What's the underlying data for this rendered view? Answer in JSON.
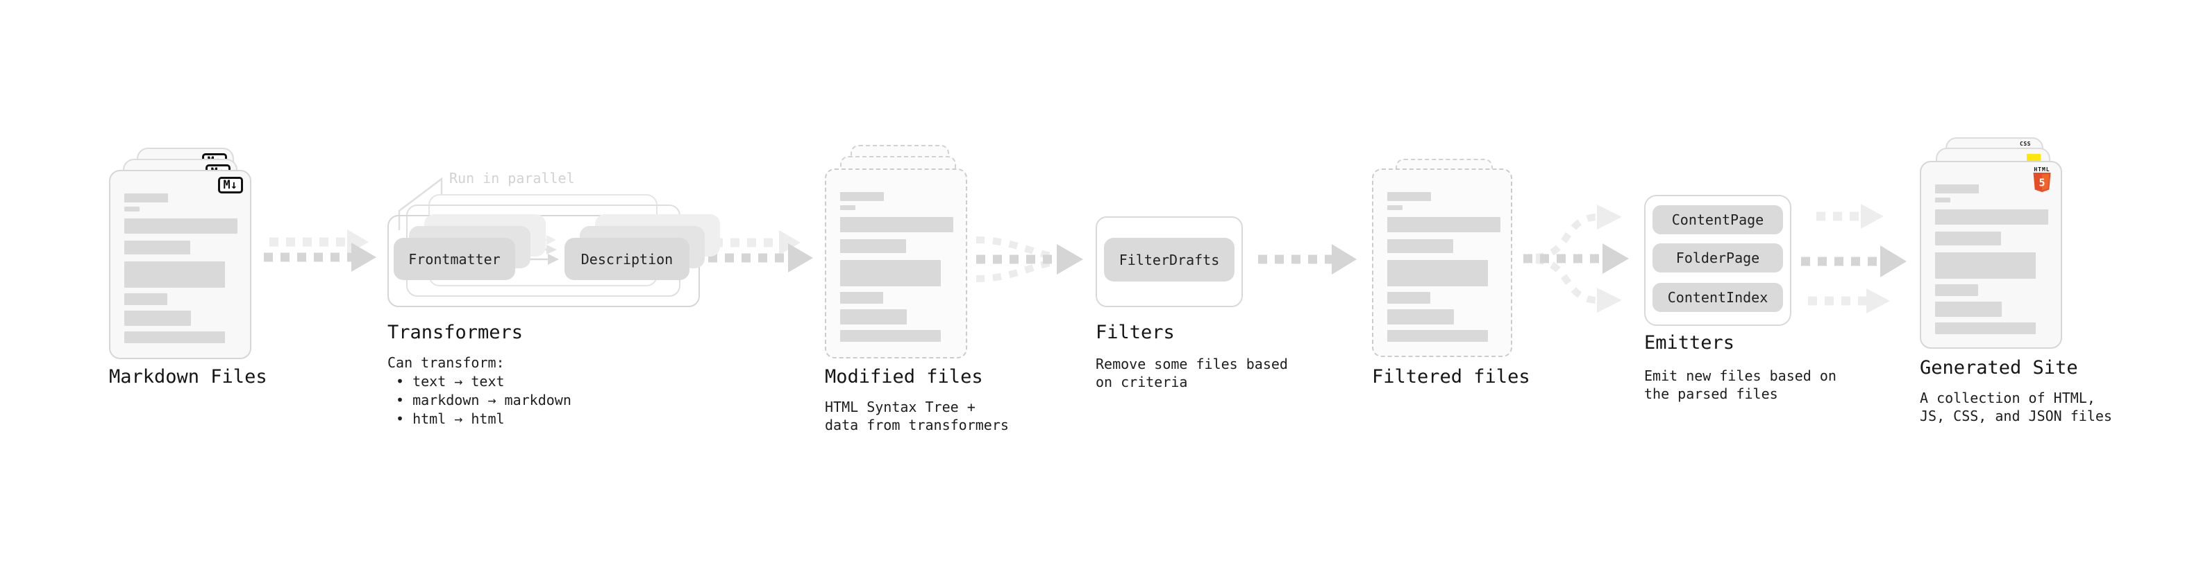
{
  "stages": [
    {
      "id": "markdown-files",
      "title": "Markdown Files",
      "badge": "M↓"
    },
    {
      "id": "transformers",
      "title": "Transformers",
      "annotation": "Run in parallel",
      "pills": [
        "Frontmatter",
        "Description"
      ],
      "description": [
        "Can transform:",
        "• text → text",
        "• markdown → markdown",
        "• html → html"
      ]
    },
    {
      "id": "modified-files",
      "title": "Modified files",
      "description": [
        "HTML Syntax Tree +",
        "data from transformers"
      ]
    },
    {
      "id": "filters",
      "title": "Filters",
      "pills": [
        "FilterDrafts"
      ],
      "description": [
        "Remove some files based",
        "on criteria"
      ]
    },
    {
      "id": "filtered-files",
      "title": "Filtered files"
    },
    {
      "id": "emitters",
      "title": "Emitters",
      "pills": [
        "ContentPage",
        "FolderPage",
        "ContentIndex"
      ],
      "description": [
        "Emit new files based on",
        "the parsed files"
      ]
    },
    {
      "id": "generated-site",
      "title": "Generated Site",
      "badges": {
        "css_label": "CSS",
        "html_label": "HTML",
        "html_number": "5"
      },
      "description": [
        "A collection of HTML,",
        "JS, CSS, and JSON files"
      ]
    }
  ],
  "colors": {
    "background": "#ffffff",
    "card_fill": "#f8f8f8",
    "card_border": "#d6d6d6",
    "skeleton": "#d9d9d9",
    "pill_fill": "#dadada",
    "arrow_dark": "#d5d5d5",
    "arrow_light": "#ededed",
    "annotation_gray": "#d2d2d2",
    "html5_orange": "#e44d26",
    "html5_orange_light": "#f16529",
    "js_yellow": "#ffe60a",
    "css_blue": "#2b62f6",
    "text": "#151515"
  }
}
